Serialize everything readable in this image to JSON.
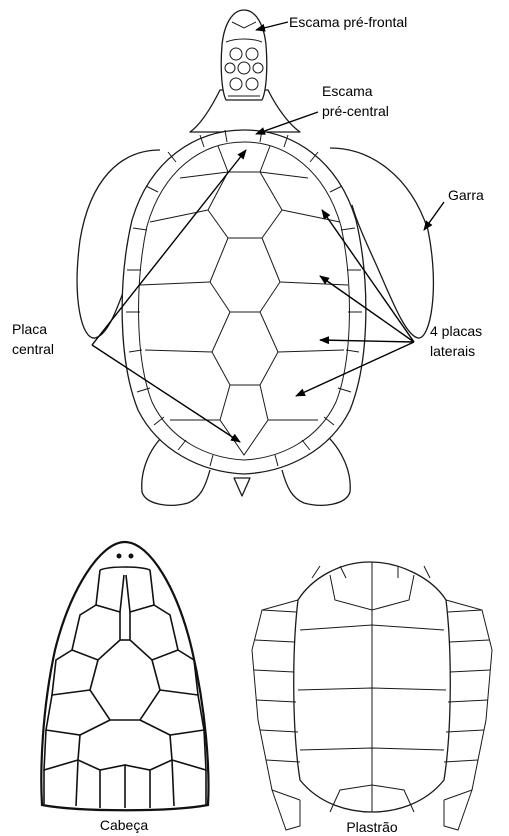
{
  "labels": {
    "prefrontal": "Escama pré-frontal",
    "precentral_line1": "Escama",
    "precentral_line2": "pré-central",
    "claw": "Garra",
    "central_line1": "Placa",
    "central_line2": "central",
    "lateral_line1": "4 placas",
    "lateral_line2": "laterais",
    "head": "Cabeça",
    "plastron": "Plastrão"
  },
  "colors": {
    "line": "#1a1a1a",
    "background": "#ffffff"
  }
}
